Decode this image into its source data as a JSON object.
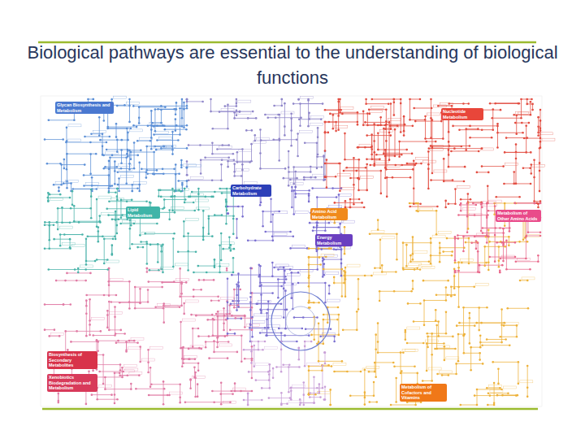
{
  "diagram": {
    "title": "Biological pathways are essential to the understanding of biological functions",
    "nodes": [
      {
        "text": [
          "Glycan Biosynthesis and Metabolism"
        ]
      },
      {
        "text": [
          "Nucleotide Metabolism"
        ]
      },
      {
        "text": [
          "Carbohydrate Metabolism"
        ]
      },
      {
        "text": [
          "Lipid Metabolism"
        ]
      },
      {
        "text": [
          "Amino Acid Metabolism"
        ]
      },
      {
        "text": [
          "Energy Metabolism"
        ]
      },
      {
        "text": [
          "Metabolism of Other Amino Acids"
        ]
      },
      {
        "text": [
          "Biosynthesis of Secondary Metabolites"
        ]
      },
      {
        "text": [
          "Xenobiotics Biodegradation and Metabolism"
        ]
      },
      {
        "text": [
          "Metabolism of Cofactors and Vitamins"
        ]
      }
    ]
  }
}
